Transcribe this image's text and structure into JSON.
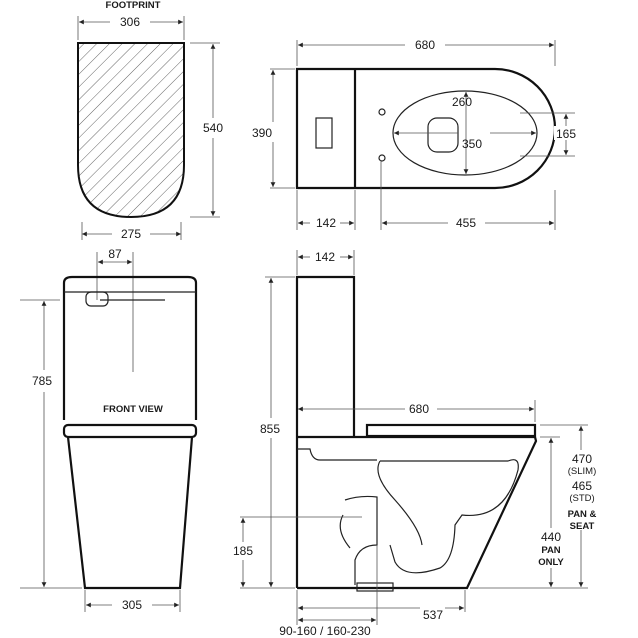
{
  "footprint": {
    "title": "FOOTPRINT",
    "width_top": "306",
    "height": "540",
    "width_bottom": "275"
  },
  "top_view": {
    "length": "680",
    "width": "390",
    "seat_inner": "260",
    "seat_length": "350",
    "seat_width": "165",
    "tank_depth": "142",
    "pan_length": "455"
  },
  "front_view": {
    "title": "FRONT VIEW",
    "button_offset": "87",
    "height": "785",
    "base_width": "305"
  },
  "side_view": {
    "tank_depth": "142",
    "height": "855",
    "length": "680",
    "base_length": "537",
    "set_out": "90-160 / 160-230",
    "outlet_height": "185",
    "seat_height_slim": "470",
    "slim_label": "(SLIM)",
    "seat_height_std": "465",
    "std_label": "(STD)",
    "pan_seat_1": "PAN &",
    "pan_seat_2": "SEAT",
    "pan_height": "440",
    "pan_only_1": "PAN",
    "pan_only_2": "ONLY"
  }
}
